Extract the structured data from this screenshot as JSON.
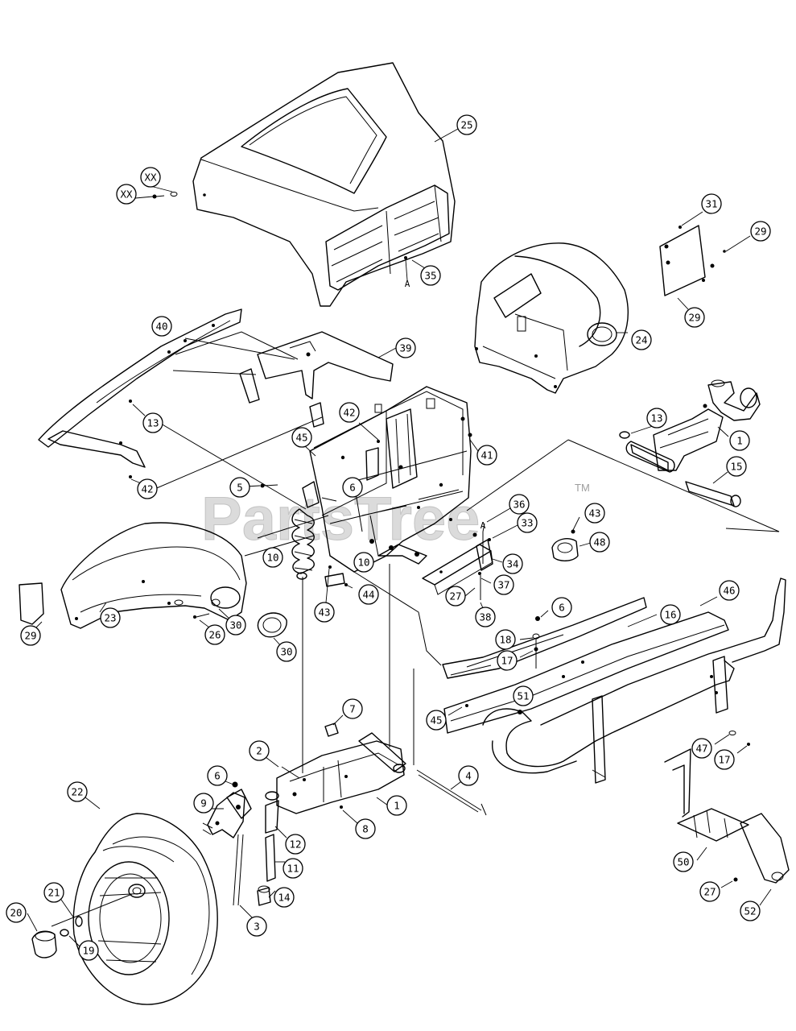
{
  "watermark": {
    "text": "PartsTree",
    "trademark": "TM"
  },
  "reference_letter": "A",
  "callouts": [
    {
      "label": "25"
    },
    {
      "label": "XX"
    },
    {
      "label": "XX"
    },
    {
      "label": "35"
    },
    {
      "label": "31"
    },
    {
      "label": "29"
    },
    {
      "label": "29"
    },
    {
      "label": "24"
    },
    {
      "label": "40"
    },
    {
      "label": "39"
    },
    {
      "label": "13"
    },
    {
      "label": "42"
    },
    {
      "label": "42"
    },
    {
      "label": "45"
    },
    {
      "label": "41"
    },
    {
      "label": "13"
    },
    {
      "label": "1"
    },
    {
      "label": "15"
    },
    {
      "label": "5"
    },
    {
      "label": "6"
    },
    {
      "label": "36"
    },
    {
      "label": "33"
    },
    {
      "label": "43"
    },
    {
      "label": "48"
    },
    {
      "label": "10"
    },
    {
      "label": "10"
    },
    {
      "label": "34"
    },
    {
      "label": "27"
    },
    {
      "label": "37"
    },
    {
      "label": "38"
    },
    {
      "label": "43"
    },
    {
      "label": "44"
    },
    {
      "label": "29"
    },
    {
      "label": "23"
    },
    {
      "label": "30"
    },
    {
      "label": "26"
    },
    {
      "label": "30"
    },
    {
      "label": "6"
    },
    {
      "label": "46"
    },
    {
      "label": "16"
    },
    {
      "label": "18"
    },
    {
      "label": "17"
    },
    {
      "label": "51"
    },
    {
      "label": "45"
    },
    {
      "label": "47"
    },
    {
      "label": "17"
    },
    {
      "label": "7"
    },
    {
      "label": "2"
    },
    {
      "label": "6"
    },
    {
      "label": "22"
    },
    {
      "label": "9"
    },
    {
      "label": "8"
    },
    {
      "label": "12"
    },
    {
      "label": "1"
    },
    {
      "label": "4"
    },
    {
      "label": "11"
    },
    {
      "label": "14"
    },
    {
      "label": "3"
    },
    {
      "label": "21"
    },
    {
      "label": "20"
    },
    {
      "label": "19"
    },
    {
      "label": "50"
    },
    {
      "label": "27"
    },
    {
      "label": "52"
    }
  ]
}
